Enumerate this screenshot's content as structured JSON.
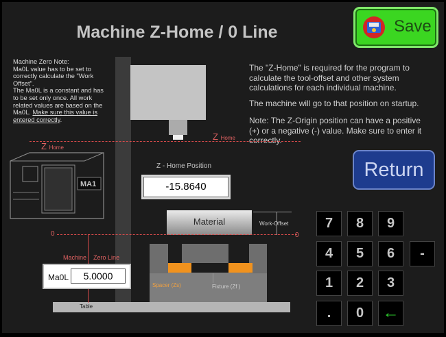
{
  "header": {
    "title": "Machine Z-Home / 0 Line",
    "save_label": "Save"
  },
  "note": {
    "lines": [
      "Machine Zero Note:",
      "Ma0L value has to be set to",
      "correctly calculate the \"Work",
      "Offset\".",
      "The Ma0L is a constant and has",
      "to be set only once. All work",
      "related values are based on the"
    ],
    "tail": "Ma0L.",
    "underlined_1": "Make sure this value is",
    "underlined_2": "entered correctly",
    "period": "."
  },
  "info": {
    "p1": "The \"Z-Home\" is required for the program to calculate the tool-offset and other system calculations for each individual machine.",
    "p2": "The machine will go to that position on startup.",
    "p3": "Note: The Z-Origin position can have a positive (+) or a negative (-) value. Make sure to enter it correctly."
  },
  "buttons": {
    "return_label": "Return"
  },
  "diagram": {
    "z_home_main": "Z",
    "z_home_sub": "Home",
    "z_position_label": "Z - Home Position",
    "z_position_value": "-15.8640",
    "material_label": "Material",
    "work_offset_label": "Work-Offset",
    "zero_left": "0",
    "zero_right": "0",
    "machine_label": "Machine",
    "zero_line_label": "Zero Line",
    "spacer_label": "Spacer (Zs)",
    "fixture_label": "Fixture (Zf )",
    "table_label": "Table",
    "machine_badge": "MA1"
  },
  "ma0l": {
    "label": "Ma0L",
    "value": "5.0000"
  },
  "keypad": {
    "k7": "7",
    "k8": "8",
    "k9": "9",
    "k4": "4",
    "k5": "5",
    "k6": "6",
    "minus": "-",
    "k1": "1",
    "k2": "2",
    "k3": "3",
    "dot": ".",
    "k0": "0",
    "back": "←"
  },
  "colors": {
    "save_green": "#3bd621",
    "return_blue": "#1e3c8e",
    "zero_red": "#d64a4a",
    "spacer_orange": "#f0921e",
    "backspace_green": "#2dc92d"
  }
}
